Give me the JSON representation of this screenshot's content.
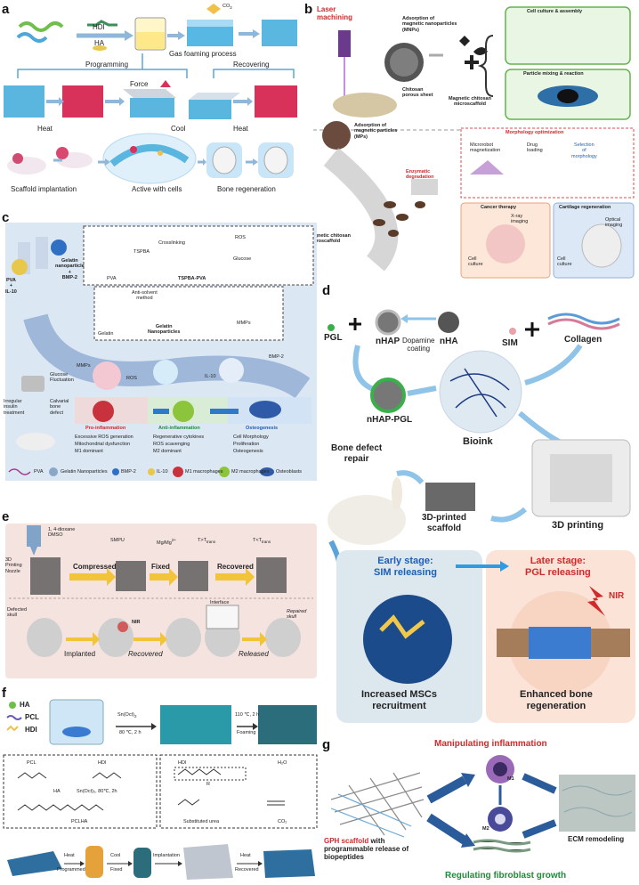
{
  "panels": {
    "a": {
      "label": "a",
      "hdi": "HDI",
      "ha": "HA",
      "co2": "CO",
      "co2_sub": "2",
      "gas_foaming": "Gas foaming process",
      "programming": "Programming",
      "recovering": "Recovering",
      "force": "Force",
      "heat1": "Heat",
      "cool": "Cool",
      "heat2": "Heat",
      "scaffold_implantation": "Scaffold implantation",
      "active_with_cells": "Active with cells",
      "bone_regeneration": "Bone regeneration"
    },
    "b": {
      "label": "b",
      "laser_machining": "Laser\nmachining",
      "adsorption_mnps": "Adsorption of\nmagnetic nanoparticles\n(MNPs)",
      "chitosan_porous_sheet": "Chitosan\nporous sheet",
      "magnetic_chitosan_microscaffold": "Magnetic chitosan\nmicroscaffold",
      "cell_culture_assembly": "Cell culture & assembly",
      "particle_mixing_reaction": "Particle mixing & reaction",
      "adsorption_mps": "Adsorption of\nmagnetic particles\n(MPs)",
      "morphology_optimization": "Morphology optimization",
      "microrobot_magnetization": "Microrobot\nmagnetization",
      "drug_loading": "Drug\nloading",
      "selection_of_morphology": "Selection\nof\nmorphology",
      "enzymatic_degradation": "Enzymatic\ndegradation",
      "magnetic_chitosan_microscaffold2": "Magnetic chitosan\nmicroscaffold",
      "cancer_therapy": "Cancer therapy",
      "xray_imaging": "X-ray\nimaging",
      "cell_culture1": "Cell\nculture",
      "cartilage_regeneration": "Cartilage regeneration",
      "optical_imaging": "Optical\nimaging",
      "cell_culture2": "Cell\nculture"
    },
    "c": {
      "label": "c",
      "pva_il10": "PVA\n+\nIL-10",
      "gelatin_nano_bmp2": "Gelatin\nnanoparticle\n+\nBMP-2",
      "pva": "PVA",
      "tspba": "TSPBA",
      "crosslinking": "Crosslinking",
      "tspba_pva": "TSPBA-PVA",
      "ros": "ROS",
      "glucose": "Glucose",
      "anti_solvent": "Anti-solvent\nmethod",
      "gelatin": "Gelatin",
      "gelatin_nanoparticles": "Gelatin\nNanoparticles",
      "mmps": "MMPs",
      "glucose_fluctuation": "Glucose\nFluctuation",
      "mmps2": "MMPs",
      "ros2": "ROS",
      "il10": "IL-10",
      "bmp2": "BMP-2",
      "irregular_insulin": "Irregular\ninsulin\ntreatment",
      "calvarial_bone_defect": "Calvarial\nbone\ndefect",
      "pro_inflammation": "Pro-inflammation",
      "anti_inflammation": "Anti-inflammation",
      "osteogenesis": "Osteogenesis",
      "pro_list": [
        "Excessive ROS generation",
        "Mitochondrial dysfunction",
        "M1 dominant"
      ],
      "anti_list": [
        "Regenerative cytokines",
        "ROS scavenging",
        "M2 dominant"
      ],
      "osteo_list": [
        "Cell Morphology",
        "Proliferation",
        "Osteogenesis"
      ],
      "legend": [
        "PVA",
        "Gelatin Nanoparticles",
        "BMP-2",
        "IL-10",
        "M1 macrophages",
        "M2 macrophages",
        "Osteoblasts"
      ]
    },
    "d": {
      "label": "d",
      "pgl": "PGL",
      "nhap": "nHAP",
      "dopamine_coating": "Dopamine\ncoating",
      "nha": "nHA",
      "sim": "SIM",
      "collagen": "Collagen",
      "nhap_pgl": "nHAP-PGL",
      "bioink": "Bioink",
      "bone_defect_repair": "Bone defect\nrepair",
      "printed_scaffold": "3D-printed\nscaffold",
      "printing_3d": "3D printing",
      "early_stage": "Early stage:\nSIM releasing",
      "later_stage": "Later stage:\nPGL releasing",
      "nir": "NIR",
      "increased_mscs": "Increased MSCs\nrecruitment",
      "enhanced_bone": "Enhanced bone\nregeneration"
    },
    "e": {
      "label": "e",
      "nozzle": "3D\nPrinting\nNozzle",
      "dioxane": "1, 4-dioxane\nDMSO",
      "smpu": "SMPU",
      "mg": "Mg/Mg",
      "t_gt": "T>T",
      "t_lt": "T<T",
      "trans": "trans",
      "compressed": "Compressed",
      "fixed": "Fixed",
      "recovered": "Recovered",
      "interface": "Interface",
      "nir": "NIR",
      "defected_skull": "Defected\nskull",
      "implanted": "Implanted",
      "recovered2": "Recovered",
      "released": "Released",
      "repaired_skull": "Repaired\nskull"
    },
    "f": {
      "label": "f",
      "ha": "HA",
      "pcl": "PCL",
      "hdi": "HDI",
      "sn_oct": "Sn(Oct)",
      "cond1": "80 ℃, 2 h",
      "cond2": "110 ℃, 2 h",
      "foaming": "Foaming",
      "pcl2": "PCL",
      "hdi2": "HDI",
      "ha2": "HA",
      "sn_oct_cond": "Sn(Oct)₂, 80℃, 2h",
      "pclha": "PCLHA",
      "hdi3": "HDI",
      "h2o": "H₂O",
      "r": "R",
      "substituted_urea": "Substituted urea",
      "co2": "CO₂",
      "heat": "Heat",
      "programmed": "Programmed",
      "cool": "Cool",
      "fixed": "Fixed",
      "implantation": "Implantation",
      "heat2": "Heat",
      "recovered": "Recovered"
    },
    "g": {
      "label": "g",
      "manipulating": "Manipulating inflammation",
      "m1": "M1",
      "m2": "M2",
      "gph_bold": "GPH scaffold",
      "gph_rest": " with\nprogrammable release of\nbiopeptides",
      "ecm": "ECM remodeling",
      "regulating": "Regulating fibroblast growth"
    }
  },
  "colors": {
    "panel_c_bg": "#dbe7f3",
    "panel_d_bg": "#ffffff",
    "panel_e_bg": "#f5e3e0",
    "accent_red": "#d22a2a",
    "accent_blue": "#1d5fb5",
    "accent_green": "#1e8c3a"
  }
}
